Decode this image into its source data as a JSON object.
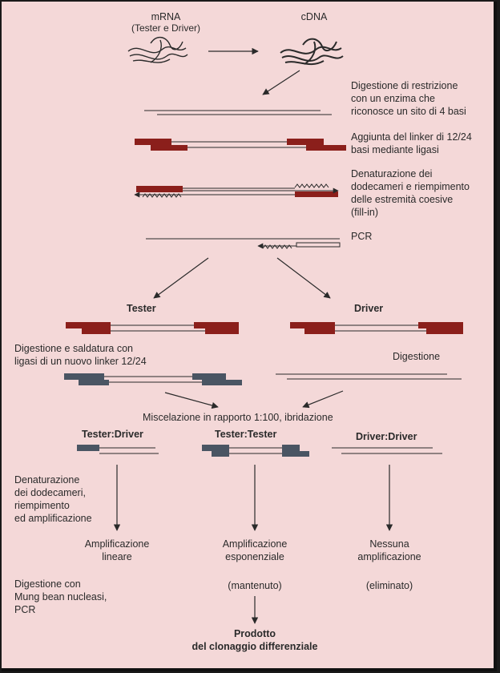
{
  "top": {
    "mrna_title": "mRNA",
    "mrna_subtitle": "(Tester e Driver)",
    "cdna_title": "cDNA"
  },
  "steps": {
    "digestion": [
      "Digestione di restrizione",
      "con un enzima che",
      "riconosce un sito di 4 basi"
    ],
    "linker": [
      "Aggiunta del linker di 12/24",
      "basi mediante ligasi"
    ],
    "denaturation": [
      "Denaturazione dei",
      "dodecameri e riempimento",
      "delle estremità coesive",
      "(fill-in)"
    ],
    "pcr": "PCR"
  },
  "branches": {
    "tester": "Tester",
    "driver": "Driver",
    "tester_step": [
      "Digestione e saldatura con",
      "ligasi di un nuovo linker 12/24"
    ],
    "driver_step": "Digestione"
  },
  "mixing": "Miscelazione in rapporto 1:100, ibridazione",
  "hybrids": {
    "tester_driver": "Tester:Driver",
    "tester_tester": "Tester:Tester",
    "driver_driver": "Driver:Driver"
  },
  "left_notes": {
    "denat": [
      "Denaturazione",
      "dei dodecameri,",
      "riempimento",
      "ed amplificazione"
    ],
    "mung": [
      "Digestione con",
      "Mung bean nucleasi,",
      "PCR"
    ]
  },
  "outcomes": {
    "linear": [
      "Amplificazione",
      "lineare"
    ],
    "exponential": [
      "Amplificazione",
      "esponenziale"
    ],
    "none": [
      "Nessuna",
      "amplificazione"
    ],
    "kept": "(mantenuto)",
    "eliminated": "(eliminato)"
  },
  "product": [
    "Prodotto",
    "del clonaggio differenziale"
  ],
  "colors": {
    "background": "#f4d8d8",
    "linker_red": "#8b1f1b",
    "linker_blue": "#4a5563",
    "line": "#2a2a2a"
  }
}
